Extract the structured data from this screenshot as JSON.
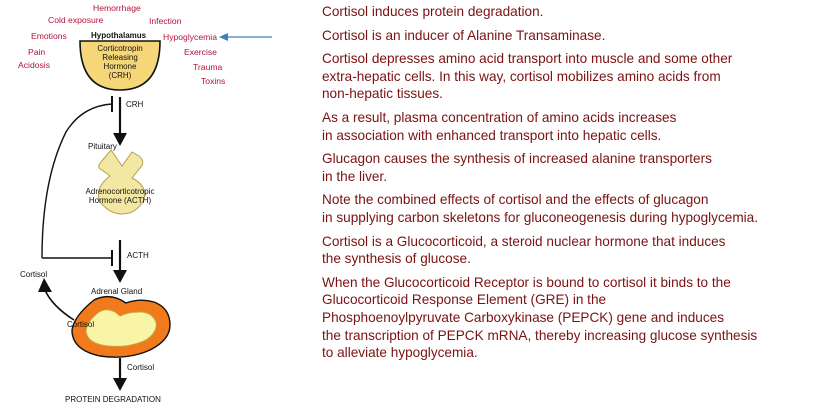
{
  "diagram": {
    "stressors": {
      "hemorrhage": "Hemorrhage",
      "cold_exposure": "Cold exposure",
      "infection": "Infection",
      "emotions": "Emotions",
      "hypoglycemia": "Hypoglycemia",
      "pain": "Pain",
      "exercise": "Exercise",
      "acidosis": "Acidosis",
      "trauma": "Trauma",
      "toxins": "Toxins"
    },
    "hypothalamus_label": "Hypothalamus",
    "crh_hormone_lines": [
      "Corticotropin",
      "Releasing",
      "Hormone",
      "(CRH)"
    ],
    "crh_arrow_label": "CRH",
    "pituitary_label": "Pituitary",
    "acth_hormone_lines": [
      "Adrenocorticotropic",
      "Hormone (ACTH)"
    ],
    "acth_arrow_label": "ACTH",
    "feedback_label": "Cortisol",
    "adrenal_label": "Adrenal Gland",
    "adrenal_inner_label": "Cortisol",
    "output_arrow_label": "Cortisol",
    "outcome_label": "PROTEIN DEGRADATION",
    "colors": {
      "stressor_text": "#b3133a",
      "pointer_arrow": "#3a7fc0",
      "hypothalamus_fill": "#f5d77a",
      "pituitary_fill": "#f3e7a4",
      "adrenal_outer": "#f07a1c",
      "adrenal_inner": "#f8f6a6"
    }
  },
  "notes": [
    [
      "Cortisol induces protein degradation."
    ],
    [
      "Cortisol is an inducer of Alanine Transaminase."
    ],
    [
      "Cortisol depresses amino acid transport into muscle and some other",
      "extra-hepatic cells. In this way, cortisol mobilizes amino acids from",
      "non-hepatic tissues."
    ],
    [
      "As a result, plasma concentration of amino acids increases",
      "in association with enhanced transport into hepatic cells."
    ],
    [
      "Glucagon causes the synthesis of increased alanine transporters",
      "in the liver."
    ],
    [
      "Note the combined effects of cortisol  and the effects of glucagon",
      "in supplying carbon skeletons for gluconeogenesis during hypoglycemia."
    ],
    [
      "Cortisol is a Glucocorticoid, a steroid nuclear hormone that induces",
      "the synthesis of glucose."
    ],
    [
      "When the Glucocorticoid Receptor is bound to cortisol it binds to the",
      "Glucocorticoid Response Element (GRE) in the",
      "Phosphoenoylpyruvate Carboxykinase (PEPCK) gene and induces",
      "the transcription of PEPCK mRNA, thereby increasing glucose synthesis",
      "to alleviate hypoglycemia."
    ]
  ]
}
